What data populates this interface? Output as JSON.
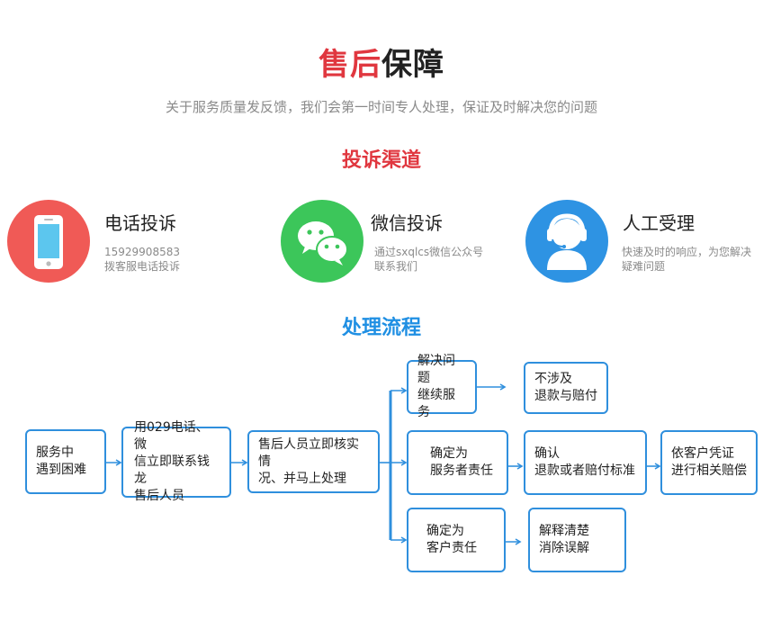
{
  "header": {
    "title_part1": "售后",
    "title_part2": "保障",
    "subtitle": "关于服务质量发反馈，我们会第一时间专人处理，保证及时解决您的问题"
  },
  "complaint_section": {
    "title": "投诉渠道",
    "channels": [
      {
        "name": "电话投诉",
        "desc_line1": "15929908583",
        "desc_line2": "拨客服电话投诉",
        "icon": "phone-icon",
        "color": "#f05a56"
      },
      {
        "name": "微信投诉",
        "desc_line1": "通过sxqlcs微信公众号",
        "desc_line2": "联系我们",
        "icon": "wechat-icon",
        "color": "#3cc65a"
      },
      {
        "name": "人工受理",
        "desc_line1": "快速及时的响应，为您解决",
        "desc_line2": "疑难问题",
        "icon": "customer-service-icon",
        "color": "#2e93e3"
      }
    ]
  },
  "process_section": {
    "title": "处理流程",
    "boxes": {
      "b1": "服务中\n遇到困难",
      "b2": "用029电话、微\n信立即联系钱龙\n售后人员",
      "b3": "售后人员立即核实情\n况、并马上处理",
      "b4": "解决问题\n继续服务",
      "b5": "不涉及\n退款与赔付",
      "b6": "确定为\n服务者责任",
      "b7": "确认\n退款或者赔付标准",
      "b8": "依客户凭证\n进行相关赔偿",
      "b9": "确定为\n客户责任",
      "b10": "解释清楚\n消除误解"
    },
    "line_color": "#2f8fdd"
  }
}
